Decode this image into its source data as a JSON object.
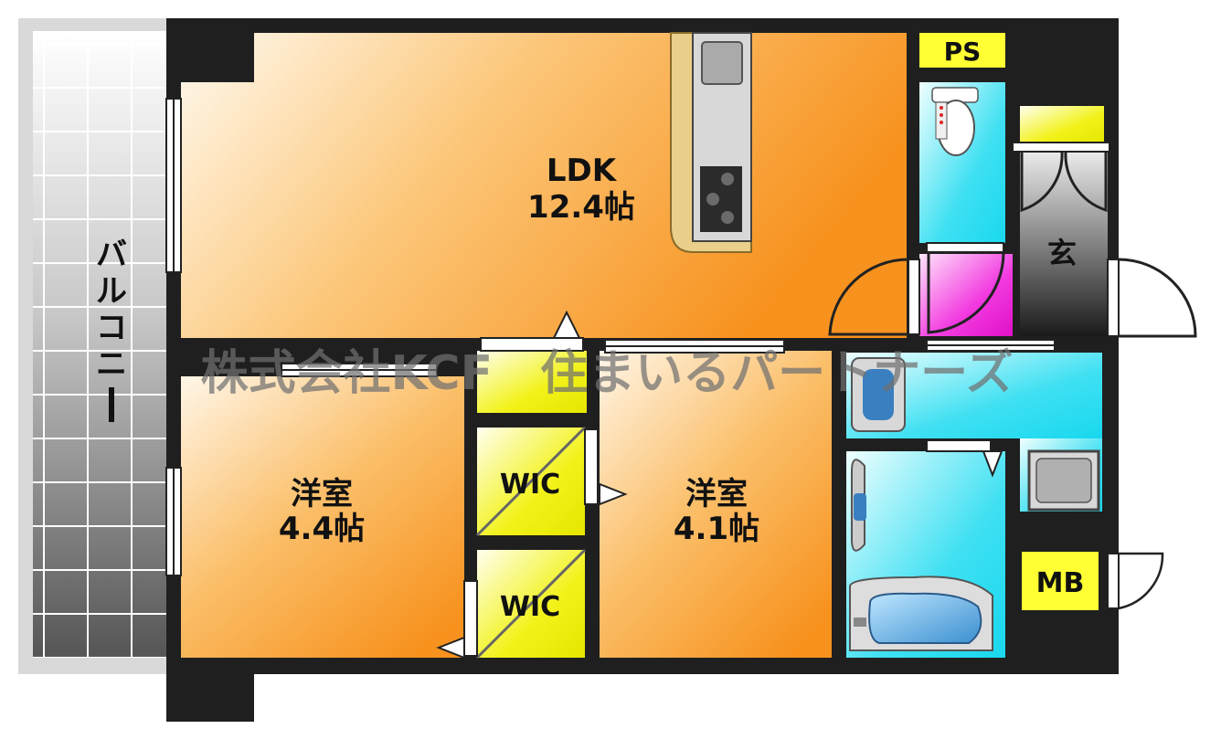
{
  "plan": {
    "ldk": {
      "name": "LDK",
      "size": "12.4帖"
    },
    "western_left": {
      "name": "洋室",
      "size": "4.4帖"
    },
    "western_right": {
      "name": "洋室",
      "size": "4.1帖"
    },
    "wic_upper": "WIC",
    "wic_lower": "WIC",
    "entrance": "玄",
    "ps": "PS",
    "mb": "MB",
    "balcony": [
      "バ",
      "ル",
      "コ",
      "ニ",
      "ー"
    ]
  },
  "watermark": "株式会社KCF　住まいるパートナーズ",
  "colors": {
    "wall": "#1f1f1f",
    "orange": "#f7921e",
    "cyan": "#19d8ee",
    "yellow": "#f5f500",
    "magenta": "#f012d8",
    "label_bg": "#ffff33"
  }
}
